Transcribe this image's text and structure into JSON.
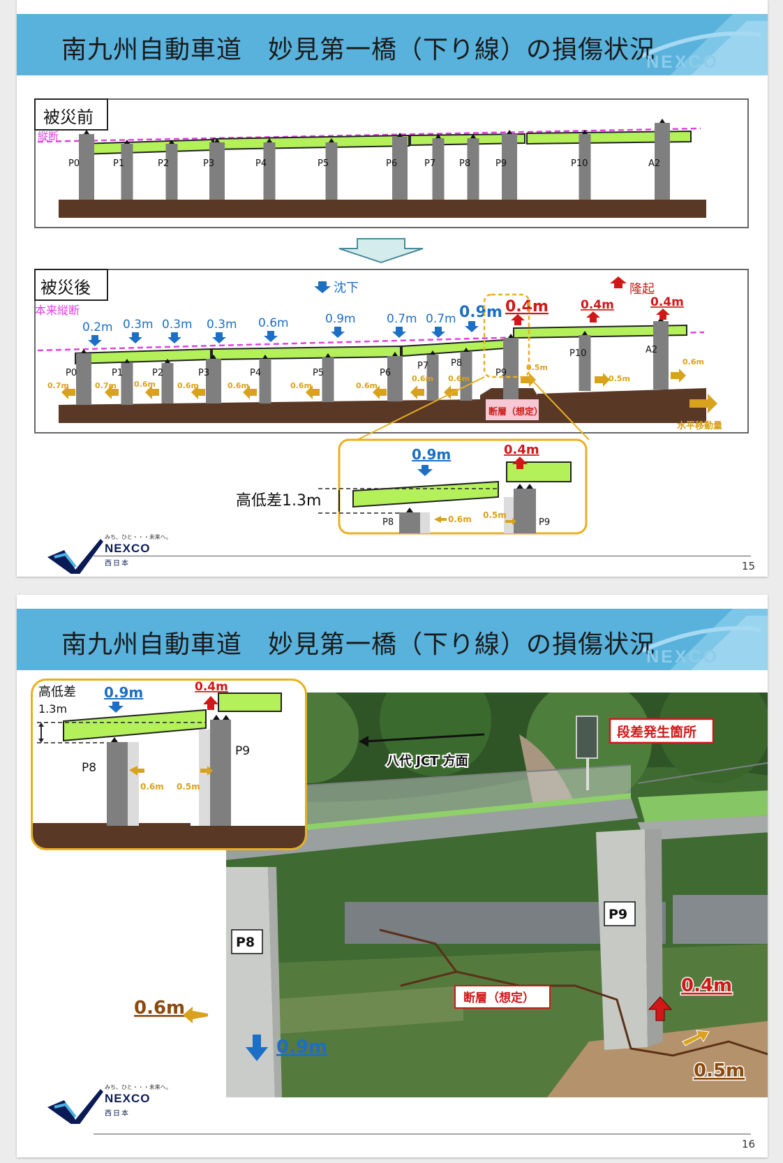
{
  "slides": [
    {
      "title": "南九州自動車道　妙見第一橋（下り線）の損傷状況",
      "watermark": "NEXCO",
      "before": {
        "box_label": "被災前",
        "profile_label": "縦断",
        "piers": [
          "P0",
          "P1",
          "P2",
          "P3",
          "P4",
          "P5",
          "P6",
          "P7",
          "P8",
          "P9",
          "P10",
          "A2"
        ]
      },
      "after": {
        "box_label": "被災後",
        "profile_label": "本来縦断",
        "settle_legend": "沈下",
        "uplift_legend": "隆起",
        "horizontal_legend": "水平移動量",
        "fault_label": "断層（想定）",
        "piers": [
          "P0",
          "P1",
          "P2",
          "P3",
          "P4",
          "P5",
          "P6",
          "P7",
          "P8",
          "P9",
          "P10",
          "A2"
        ],
        "vertical_values": [
          "0.2m",
          "0.3m",
          "0.3m",
          "0.3m",
          "0.6m",
          "0.9m",
          "0.7m",
          "0.7m",
          "0.9m",
          "0.4m",
          "0.4m",
          "0.4m"
        ],
        "horizontal_values": [
          "0.7m",
          "0.7m",
          "0.6m",
          "0.6m",
          "0.6m",
          "0.6m",
          "0.6m",
          "0.6m",
          "0.6m",
          "0.5m",
          "0.5m",
          "0.6m"
        ]
      },
      "inset": {
        "height_diff": "高低差1.3m",
        "settle": "0.9m",
        "uplift": "0.4m",
        "h_left": "0.6m",
        "h_right": "0.5m",
        "left_pier": "P8",
        "right_pier": "P9"
      },
      "logo": {
        "tagline": "みち、ひと・・・未来へ。",
        "name": "NEXCO",
        "sub": "西日本"
      },
      "page": "15"
    },
    {
      "title": "南九州自動車道　妙見第一橋（下り線）の損傷状況",
      "watermark": "NEXCO",
      "inset": {
        "height_label_1": "高低差",
        "height_label_2": "1.3m",
        "settle": "0.9m",
        "uplift": "0.4m",
        "h_left": "0.6m",
        "h_right": "0.5m",
        "left_pier": "P8",
        "right_pier": "P9"
      },
      "photo": {
        "step_label": "段差発生箇所",
        "direction": "八代 JCT 方面",
        "fault_label": "断層（想定）",
        "p8": "P8",
        "p9": "P9",
        "uplift": "0.4m",
        "h_right": "0.5m",
        "h_left": "0.6m",
        "settle": "0.9m"
      },
      "logo": {
        "tagline": "みち、ひと・・・未来へ。",
        "name": "NEXCO",
        "sub": "西日本"
      },
      "page": "16"
    }
  ],
  "colors": {
    "header": "#58b2dc",
    "girder": "#b4f05a",
    "pier": "#7f7f7f",
    "ground": "#5a3826",
    "settle": "#1c6fc4",
    "uplift": "#d01818",
    "horizontal": "#d9a21c",
    "profile": "#e040e0",
    "inset_border": "#e8b020"
  }
}
